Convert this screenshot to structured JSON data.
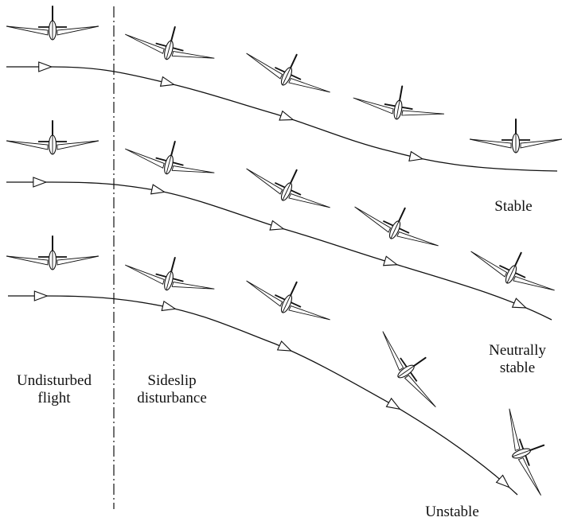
{
  "labels": {
    "undisturbed": [
      "Undisturbed",
      "flight"
    ],
    "sideslip": [
      "Sideslip",
      "disturbance"
    ],
    "stable": "Stable",
    "neutral": [
      "Neutrally",
      "stable"
    ],
    "unstable": "Unstable"
  },
  "rows": [
    {
      "name": "stable",
      "label_key": "stable",
      "bank_angles": [
        0,
        15,
        25,
        10,
        0
      ]
    },
    {
      "name": "neutral",
      "label_key": "neutral",
      "bank_angles": [
        0,
        15,
        25,
        25,
        25
      ]
    },
    {
      "name": "unstable",
      "label_key": "unstable",
      "bank_angles": [
        0,
        15,
        25,
        55,
        70
      ]
    }
  ],
  "colors": {
    "ink": "#111111",
    "background": "#ffffff"
  }
}
